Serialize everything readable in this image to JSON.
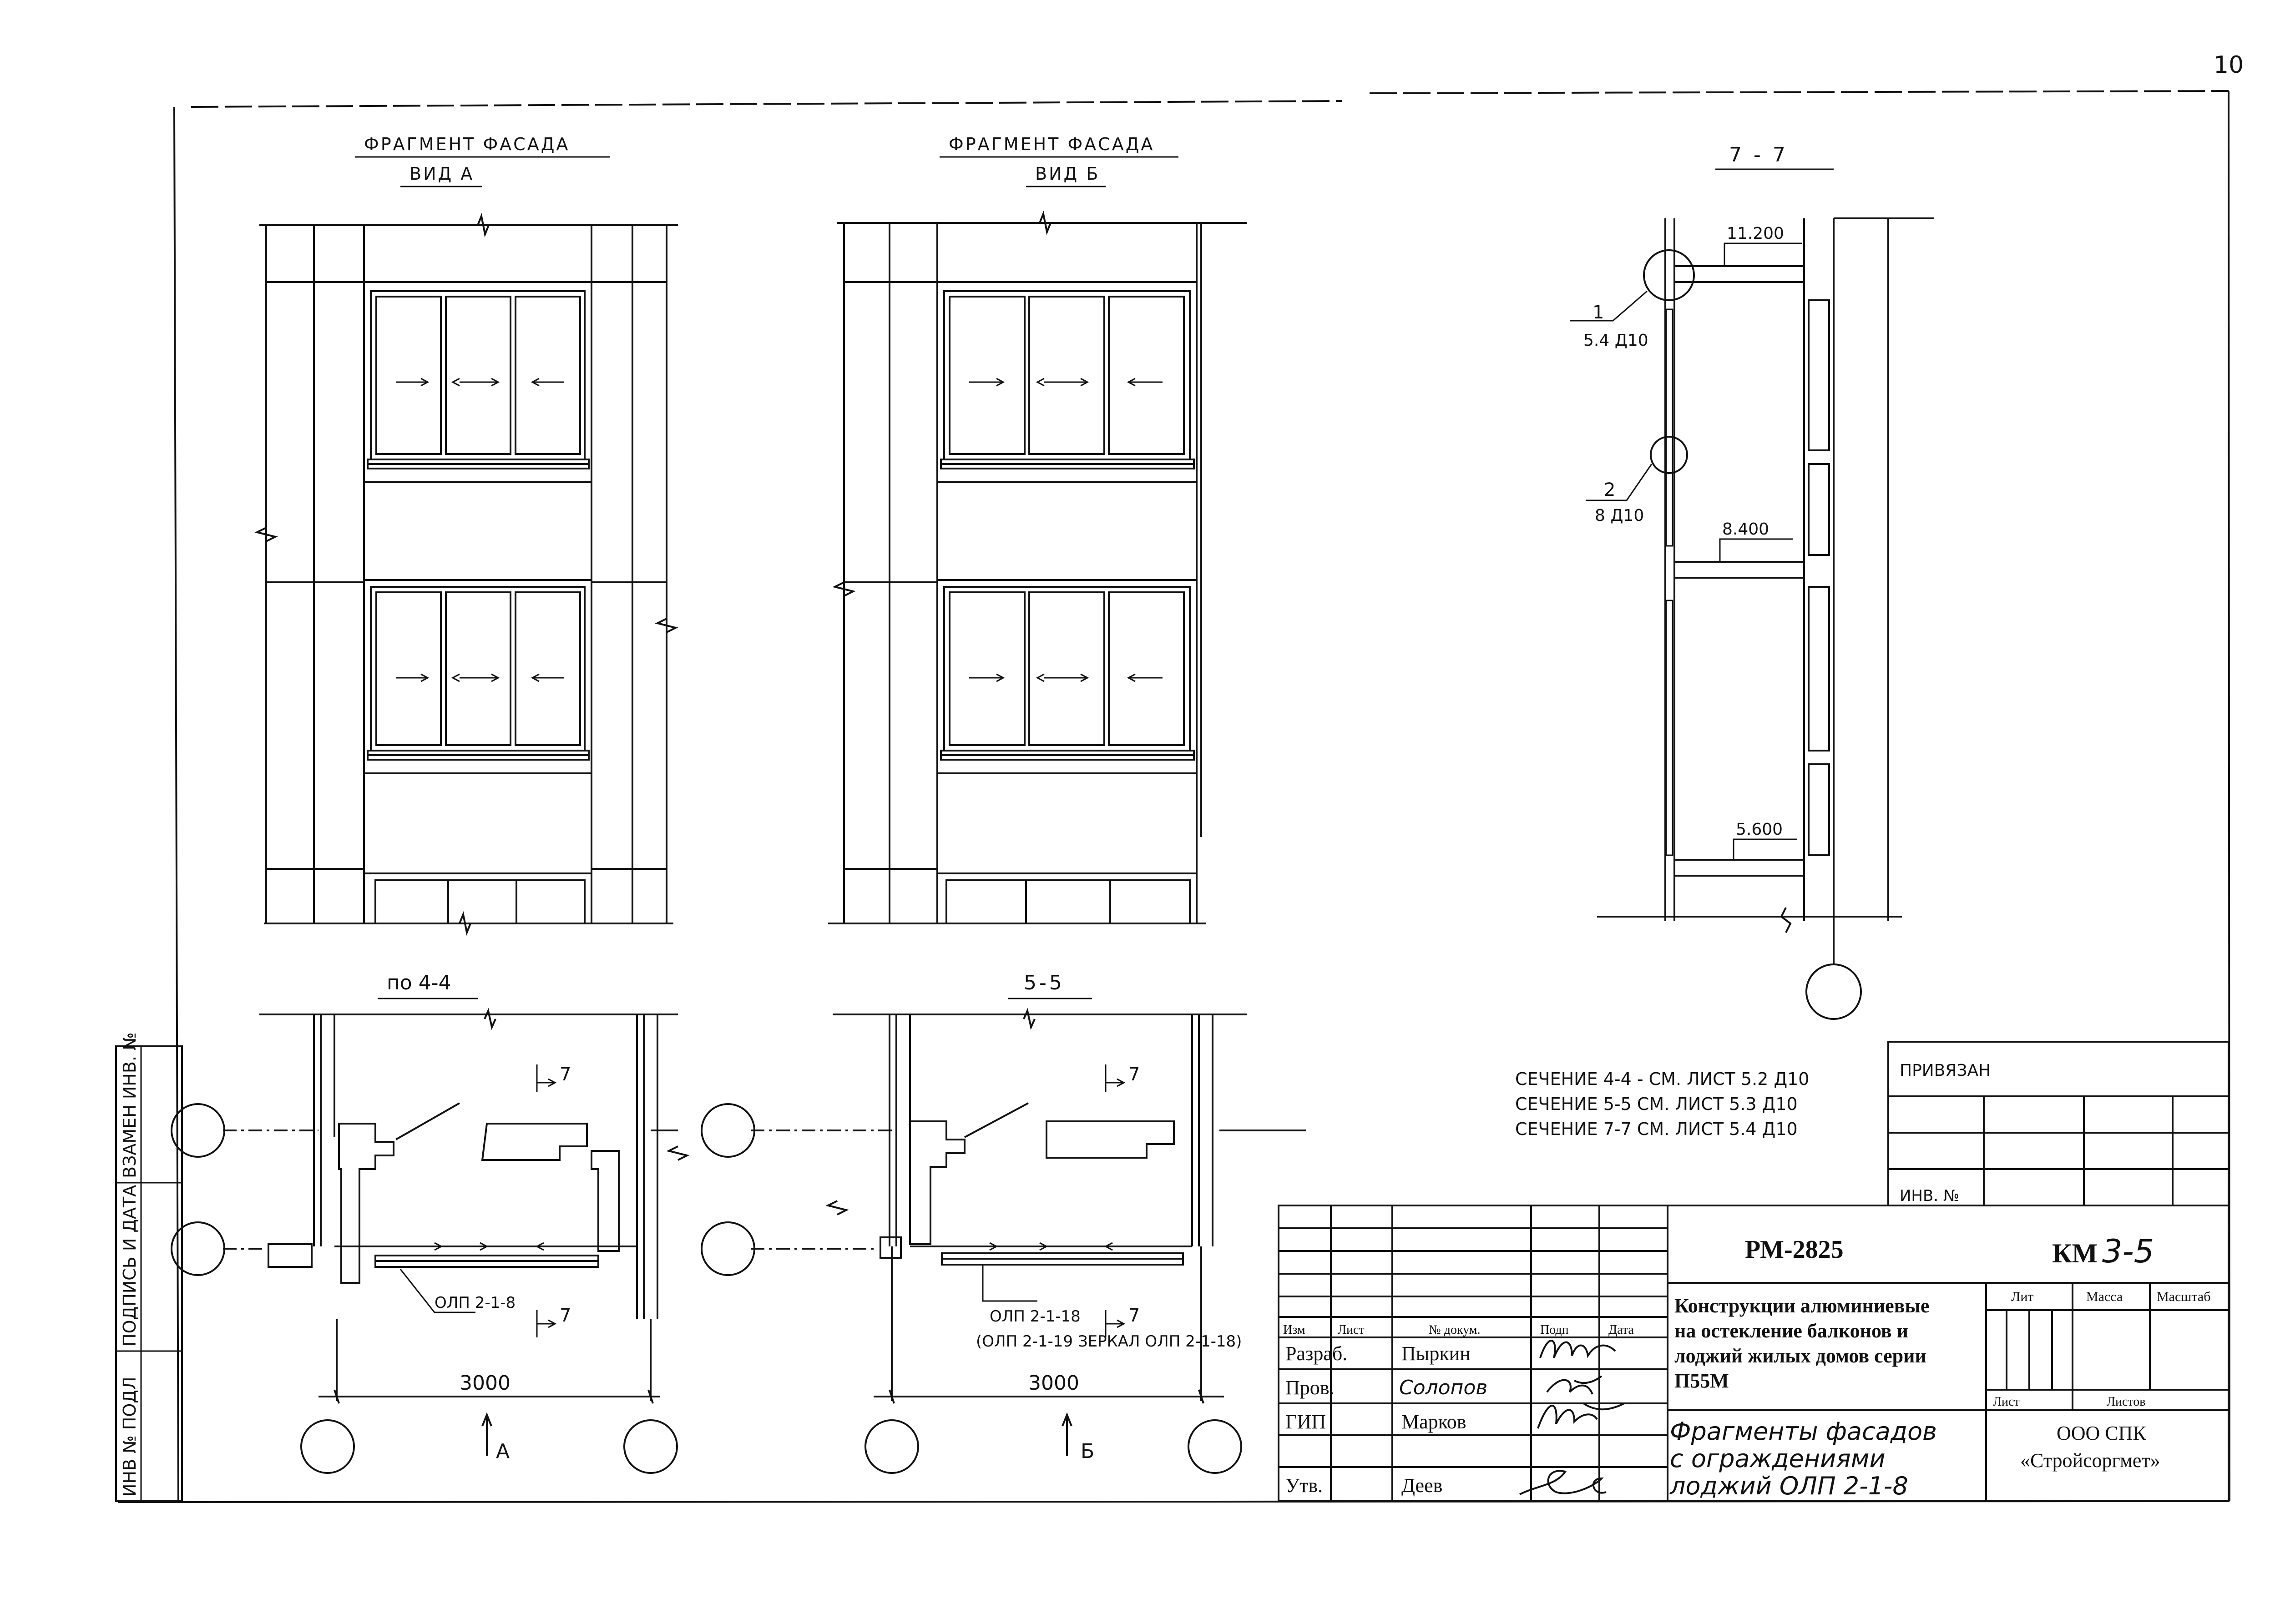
{
  "page_number": "10",
  "views": {
    "view_a_title_1": "ФРАГМЕНТ ФАСАДА",
    "view_a_title_2": "ВИД А",
    "view_b_title_1": "ФРАГМЕНТ ФАСАДА",
    "view_b_title_2": "ВИД Б",
    "section_7_title": "7 - 7",
    "plan_4_title": "по 4-4",
    "plan_5_title": "5-5"
  },
  "section_7": {
    "level_top": "11.200",
    "level_mid": "8.400",
    "level_low": "5.600",
    "callout_1_num": "1",
    "callout_1_ref": "5.4 Д10",
    "callout_2_num": "2",
    "callout_2_ref": "8 Д10"
  },
  "plans": {
    "cut_mark": "7",
    "olp_a": "ОЛП 2-1-8",
    "olp_b": "ОЛП 2-1-18",
    "olp_b_note": "(ОЛП 2-1-19 ЗЕРКАЛ ОЛП 2-1-18)",
    "dim_a": "3000",
    "dim_b": "3000",
    "arrow_a": "А",
    "arrow_b": "Б"
  },
  "section_notes": [
    "СЕЧЕНИЕ 4-4 - СМ. ЛИСТ 5.2 Д10",
    "СЕЧЕНИЕ 5-5   СМ. ЛИСТ 5.3 Д10",
    "СЕЧЕНИЕ 7-7   СМ. ЛИСТ 5.4 Д10"
  ],
  "binding_box": {
    "title": "ПРИВЯЗАН",
    "inv_label": "ИНВ. №"
  },
  "side_stamp": [
    "ВЗАМЕН ИНВ. №",
    "ПОДПИСЬ И ДАТА",
    "ИНВ № ПОДЛ"
  ],
  "title_block": {
    "code": "РМ-2825",
    "mark": "КМ",
    "sheet_hand": "3-5",
    "col_izm": "Изм",
    "col_list": "Лист",
    "col_doc": "№ докум.",
    "col_sign": "Подп",
    "col_date": "Дата",
    "role_1": "Разраб.",
    "name_1": "Пыркин",
    "role_2": "Пров.",
    "name_2": "Солопов",
    "role_3": "ГИП",
    "name_3": "Марков",
    "role_4": "Утв.",
    "name_4": "Деев",
    "description": [
      "Конструкции алюминиевые",
      "на остекление балконов и",
      "лоджий жилых домов серии",
      "П55М"
    ],
    "lit_label": "Лит",
    "mass_label": "Масса",
    "scale_label": "Масштаб",
    "list_label": "Лист",
    "lists_label": "Листов",
    "sheet_title_hand": [
      "Фрагменты фасадов",
      "с ограждениями",
      "лоджий ОЛП 2-1-8"
    ],
    "org_1": "ООО СПК",
    "org_2": "«Стройсоргмет»"
  }
}
